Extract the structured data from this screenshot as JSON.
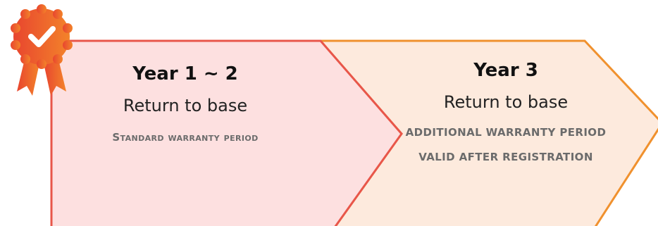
{
  "colors": {
    "panel_1_fill": "#fde0e0",
    "panel_1_stroke": "#e8564a",
    "panel_2_fill": "#fdeadd",
    "panel_2_stroke": "#f0912e",
    "badge_from": "#e8452f",
    "badge_to": "#f3832a",
    "note_text": "#6b6b6b"
  },
  "badge": {
    "icon": "award-ribbon-checkmark-icon"
  },
  "panels": [
    {
      "year": "Year 1 ~ 2",
      "mode": "Return to base",
      "note": "Standard warranty period"
    },
    {
      "year": "Year 3",
      "mode": "Return to base",
      "note": "ADDITIONAL WARRANTY PERIOD VALID AFTER REGISTRATION"
    }
  ]
}
